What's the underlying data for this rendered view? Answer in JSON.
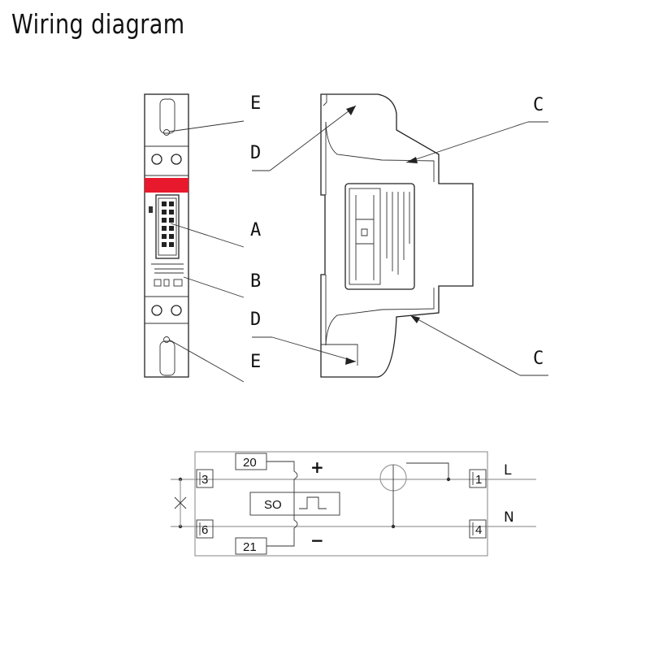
{
  "title": "Wiring diagram",
  "callouts": {
    "e_top": "E",
    "d_top": "D",
    "a": "A",
    "b": "B",
    "d_bottom": "D",
    "e_bottom": "E",
    "c_top": "C",
    "c_bottom": "C"
  },
  "accent_color": "#e8192c",
  "schematic": {
    "terminals": {
      "t20": "20",
      "t21": "21",
      "t3": "3",
      "t6": "6",
      "t1": "1",
      "t4": "4"
    },
    "pulse_label": "SO",
    "plus": "+",
    "minus": "−",
    "line_L": "L",
    "line_N": "N"
  }
}
